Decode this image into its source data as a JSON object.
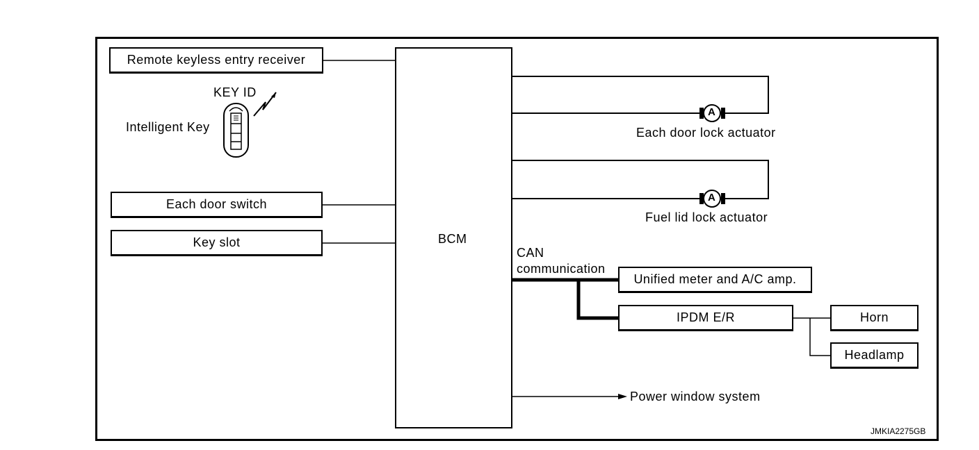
{
  "diagram": {
    "inputs": {
      "remote_receiver": "Remote keyless entry receiver",
      "key_id": "KEY ID",
      "intelligent_key": "Intelligent Key",
      "door_switch": "Each door switch",
      "key_slot": "Key slot"
    },
    "controller": "BCM",
    "outputs": {
      "door_lock_actuator": "Each door lock actuator",
      "fuel_lid_actuator": "Fuel lid lock actuator",
      "actuator_symbol": "A",
      "can_label_line1": "CAN",
      "can_label_line2": "communication",
      "unified_meter": "Unified meter and A/C amp.",
      "ipdm": "IPDM E/R",
      "horn": "Horn",
      "headlamp": "Headlamp",
      "power_window": "Power window system"
    },
    "reference_code": "JMKIA2275GB"
  }
}
